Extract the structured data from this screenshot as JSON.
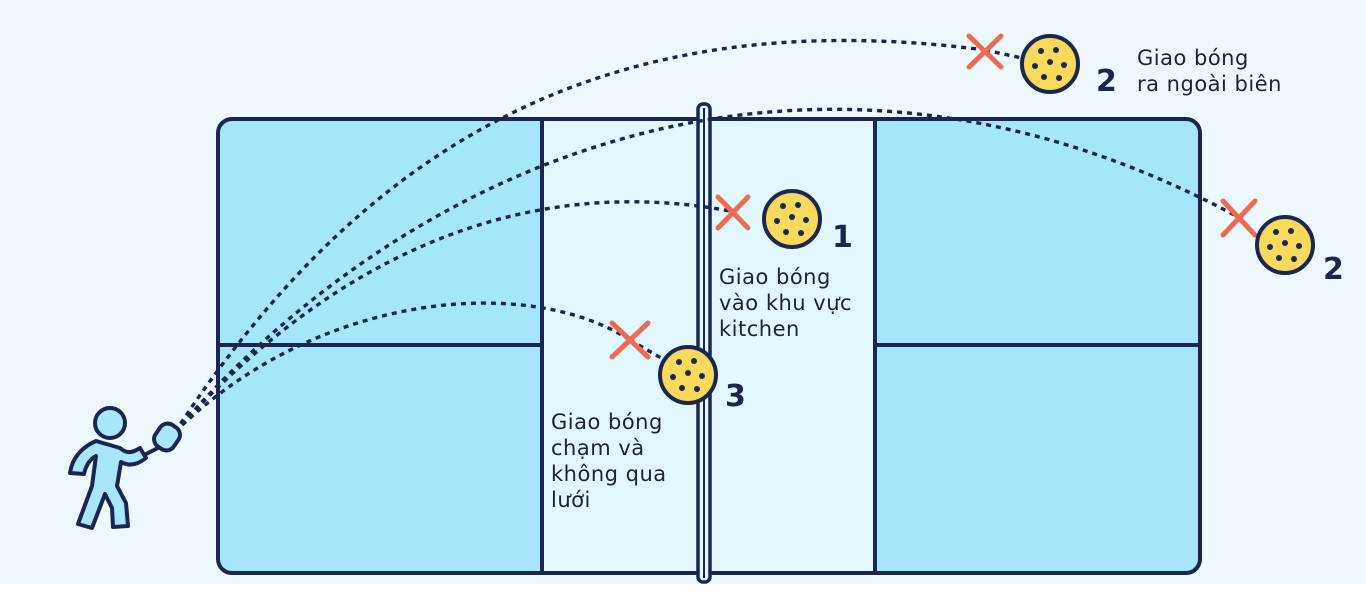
{
  "colors": {
    "outer_court": "#a6e6fb",
    "kitchen": "#e2f7fe",
    "line": "#1a2550",
    "fault_mark": "#ef6a52",
    "ball": "#f7d95c",
    "player": "#a9e6fa"
  },
  "icons": [
    "player-icon",
    "ball-icon",
    "fault-x-icon"
  ],
  "faults": [
    {
      "number": "1",
      "label_lines": [
        "Giao bóng",
        "vào khu vực",
        "kitchen"
      ]
    },
    {
      "number": "2",
      "label_lines": [
        "Giao bóng",
        "ra ngoài biên"
      ]
    },
    {
      "number": "2"
    },
    {
      "number": "3",
      "label_lines": [
        "Giao bóng",
        "chạm và",
        "không qua",
        "lưới"
      ]
    }
  ]
}
